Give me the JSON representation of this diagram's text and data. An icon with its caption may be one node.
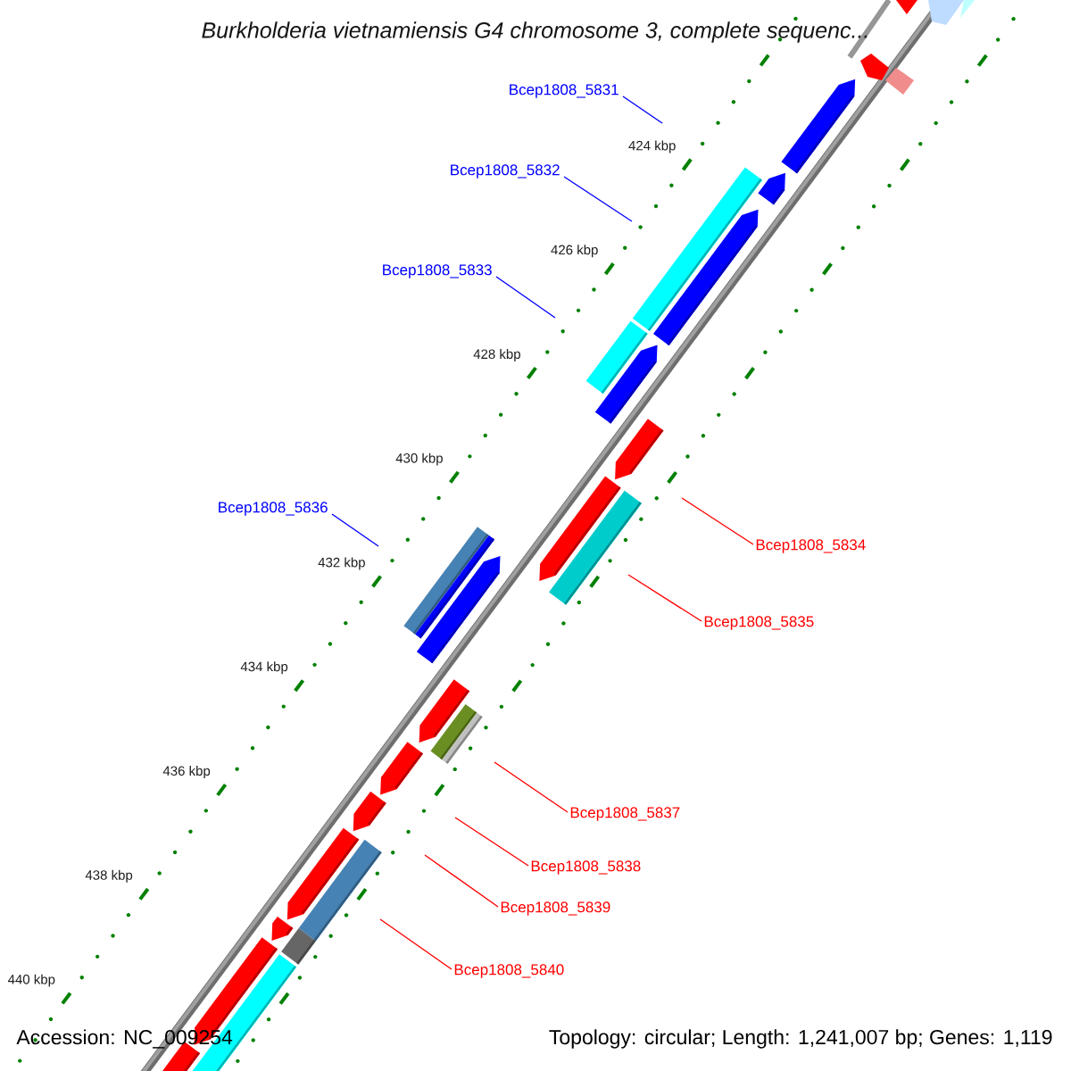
{
  "diagram": {
    "title": "Burkholderia vietnamiensis G4 chromosome 3, complete sequenc...",
    "nodes": [
      {
        "text": [
          "Bcep1808_5831"
        ]
      },
      {
        "text": [
          "Bcep1808_5832"
        ]
      },
      {
        "text": [
          "Bcep1808_5833"
        ]
      },
      {
        "text": [
          "Bcep1808_5836"
        ]
      },
      {
        "text": [
          "Bcep1808_5834"
        ]
      },
      {
        "text": [
          "Bcep1808_5835"
        ]
      },
      {
        "text": [
          "Bcep1808_5837"
        ]
      },
      {
        "text": [
          "Bcep1808_5838"
        ]
      },
      {
        "text": [
          "Bcep1808_5839"
        ]
      },
      {
        "text": [
          "Bcep1808_5840"
        ]
      }
    ],
    "edges": [
      {
        "from": 0,
        "to": null,
        "arrow": "none",
        "color": "#0000ff"
      },
      {
        "from": 1,
        "to": null,
        "arrow": "none",
        "color": "#0000ff"
      },
      {
        "from": 2,
        "to": null,
        "arrow": "none",
        "color": "#0000ff"
      },
      {
        "from": 3,
        "to": null,
        "arrow": "none",
        "color": "#0000ff"
      },
      {
        "from": 4,
        "to": null,
        "arrow": "none"
      },
      {
        "from": 5,
        "to": null,
        "arrow": "none"
      },
      {
        "from": 6,
        "to": null,
        "arrow": "none"
      },
      {
        "from": 7,
        "to": null,
        "arrow": "none"
      },
      {
        "from": 8,
        "to": null,
        "arrow": "none"
      },
      {
        "from": 9,
        "to": null,
        "arrow": "none"
      }
    ],
    "labels": [
      "424 kbp",
      "426 kbp",
      "428 kbp",
      "430 kbp",
      "432 kbp",
      "434 kbp",
      "436 kbp",
      "438 kbp",
      "440 kbp",
      "Accession: NC_009254",
      "Topology: circular; Length: 1,241,007 bp; Genes: 1,119"
    ]
  }
}
